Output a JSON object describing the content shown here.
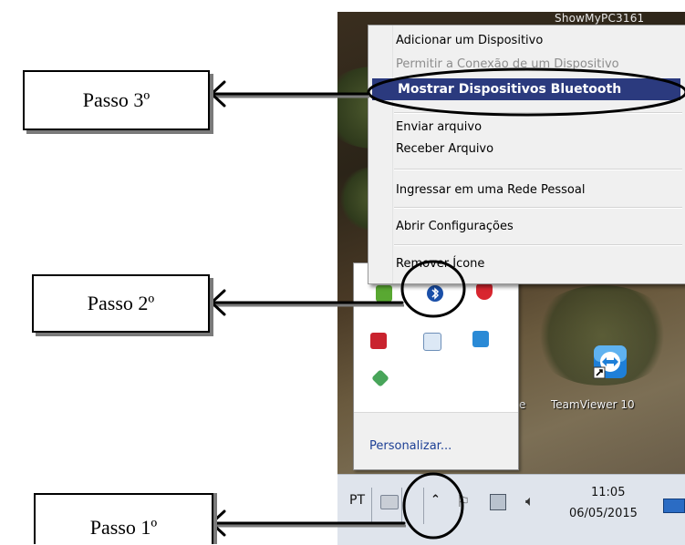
{
  "watermark": "ShowMyPC3161",
  "menu": {
    "items": [
      {
        "label": "Adicionar um Dispositivo"
      },
      {
        "label": "Permitir a Conexão de um Dispositivo"
      },
      {
        "label": "Mostrar Dispositivos Bluetooth"
      },
      {
        "label": "Enviar arquivo"
      },
      {
        "label": "Receber Arquivo"
      },
      {
        "label": "Ingressar em uma Rede Pessoal"
      },
      {
        "label": "Abrir Configurações"
      },
      {
        "label": "Remover Ícone"
      }
    ]
  },
  "tray_popup": {
    "personalize_label": "Personalizar..."
  },
  "desktop": {
    "icon_label": "TeamViewer 10",
    "fragment": "e"
  },
  "taskbar": {
    "language": "PT",
    "time": "11:05",
    "date": "06/05/2015"
  },
  "annotations": {
    "step3": "Passo 3º",
    "step2": "Passo 2º",
    "step1": "Passo 1º"
  },
  "icons": [
    "bluetooth-icon",
    "shield-icon",
    "network-warning-icon",
    "mail-icon",
    "teamviewer-tray-icon",
    "cube-icon",
    "teamviewer-desktop-icon",
    "show-hidden-icons-icon",
    "flag-icon",
    "network-icon",
    "volume-icon",
    "show-desktop-icon"
  ]
}
